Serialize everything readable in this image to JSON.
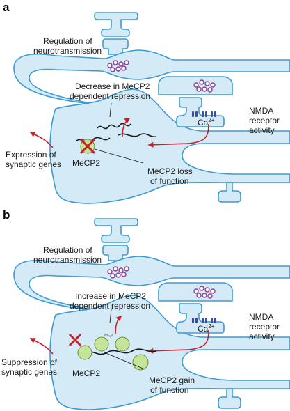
{
  "panels": [
    {
      "letter": "a",
      "regulation": [
        "Regulation of",
        "neurotransmission"
      ],
      "repression_change": [
        "Decrease in MeCP2",
        "dependent repression"
      ],
      "receptor": [
        "NMDA",
        "receptor",
        "activity"
      ],
      "ion": "Ca",
      "ion_charge": "2+",
      "genes": [
        "Expression of",
        "synaptic genes"
      ],
      "protein": "MeCP2",
      "function_change": [
        "MeCP2 loss",
        "of function"
      ]
    },
    {
      "letter": "b",
      "regulation": [
        "Regulation of",
        "neurotransmission"
      ],
      "repression_change": [
        "Increase in MeCP2",
        "dependent repression"
      ],
      "receptor": [
        "NMDA",
        "receptor",
        "activity"
      ],
      "ion": "Ca",
      "ion_charge": "2+",
      "genes": [
        "Suppression of",
        "synaptic genes"
      ],
      "protein": "MeCP2",
      "function_change": [
        "MeCP2 gain",
        "of function"
      ]
    }
  ],
  "colors": {
    "membrane": "#3c9ad4",
    "cytoplasm": "#d4ebf7",
    "signal_arrow": "#c8202b",
    "vesicle": "#8a3b94",
    "mecp2": "#c6e39a"
  }
}
